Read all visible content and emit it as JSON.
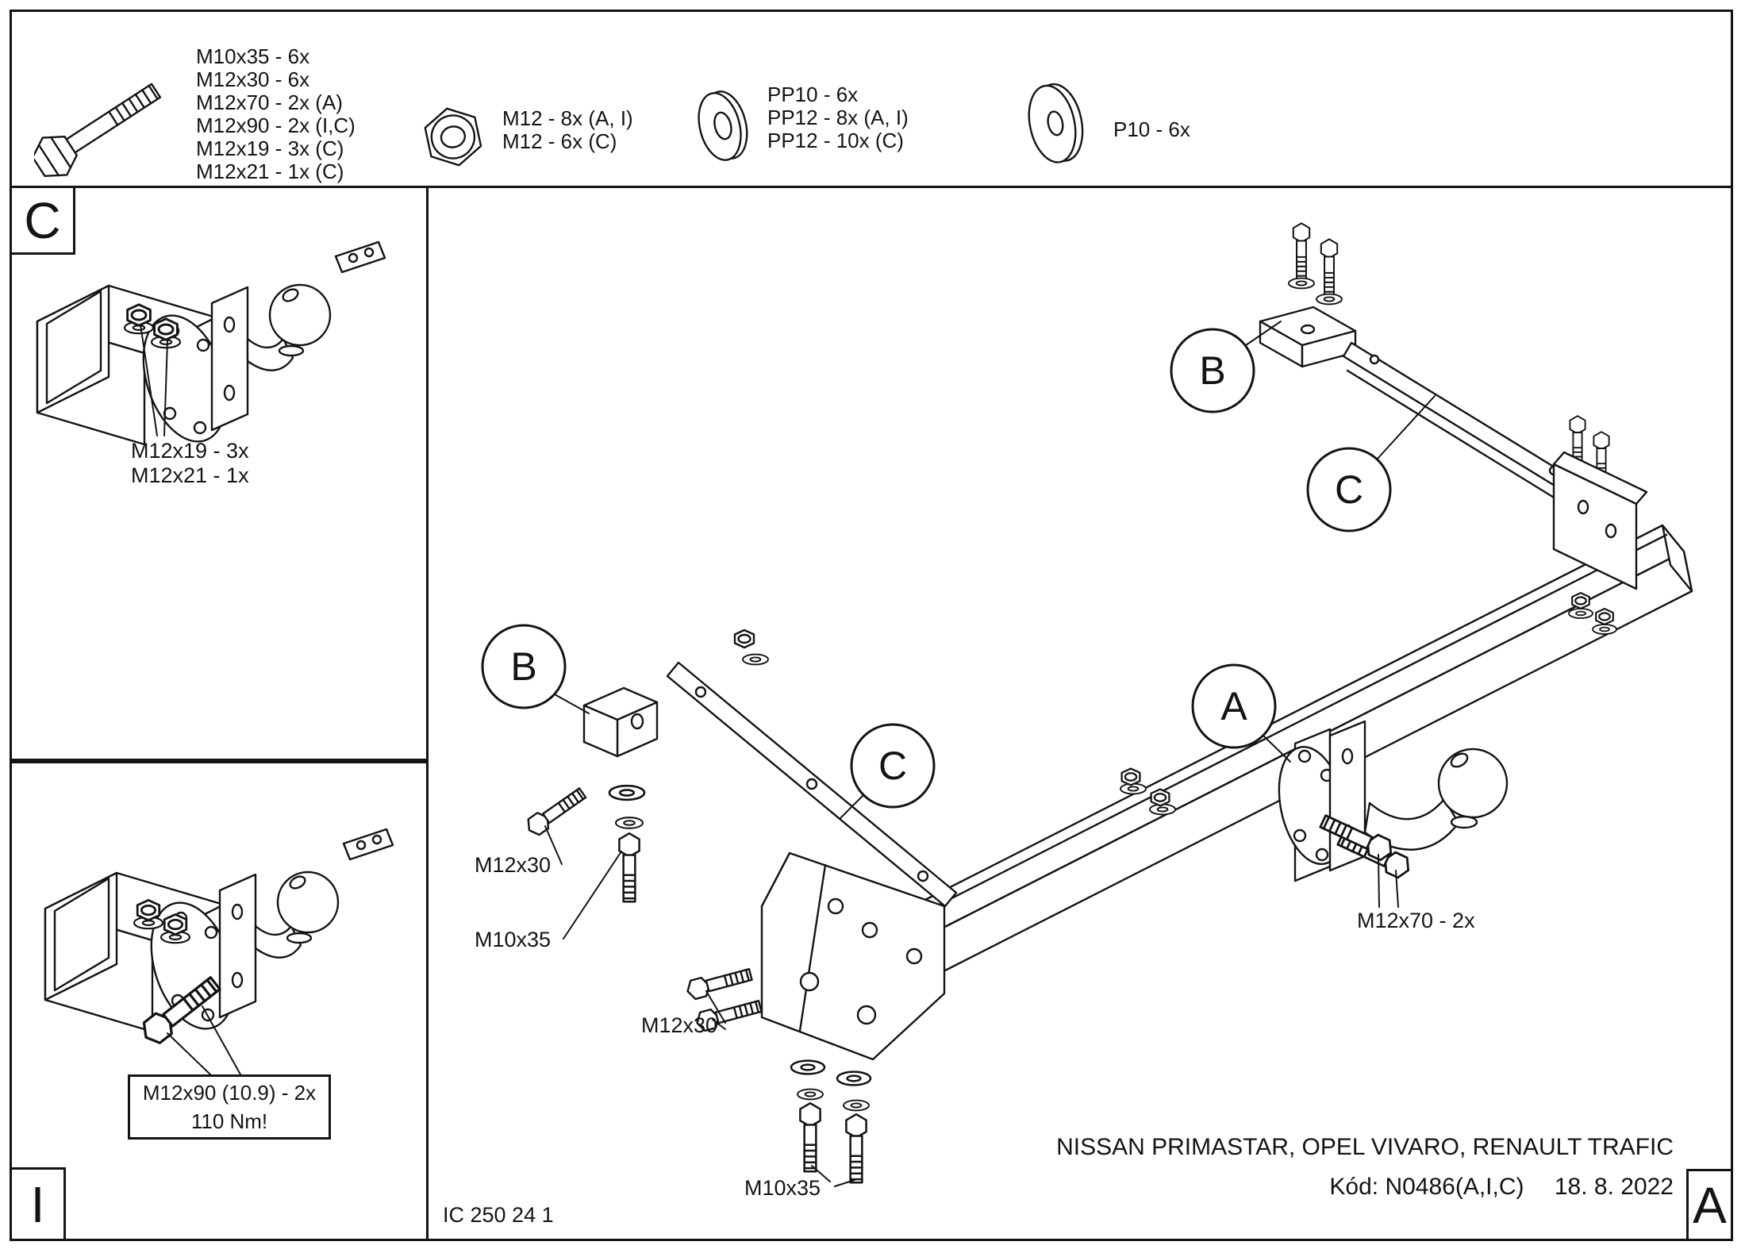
{
  "sheet": {
    "legend": {
      "bolt_lines": [
        "M10x35 - 6x",
        "M12x30 - 6x",
        "M12x70 - 2x (A)",
        "M12x90 - 2x (I,C)",
        "M12x19 - 3x (C)",
        "M12x21 - 1x (C)"
      ],
      "nut_lines": [
        "M12 - 8x (A, I)",
        "M12 - 6x (C)"
      ],
      "small_washer_lines": [
        "PP10 - 6x",
        "PP12 - 8x (A, I)",
        "PP12 - 10x (C)"
      ],
      "large_washer_lines": [
        "P10 - 6x"
      ]
    },
    "panel_c": {
      "letter": "C",
      "note_lines": [
        "M12x19 - 3x",
        "M12x21 - 1x"
      ]
    },
    "panel_i": {
      "letter": "I",
      "torque_note_lines": [
        "M12x90 (10.9) - 2x",
        "110 Nm!"
      ]
    },
    "main": {
      "callouts": {
        "b_top": "B",
        "c_top": "C",
        "b_left": "B",
        "c_mid": "C",
        "a": "A"
      },
      "labels": {
        "m12x30_left": "M12x30",
        "m10x35_left": "M10x35",
        "m12x30_bottom": "M12x30",
        "m10x35_bottom": "M10x35",
        "m12x70": "M12x70 - 2x"
      }
    },
    "titleblock": {
      "vehicles": "NISSAN PRIMASTAR, OPEL VIVARO, RENAULT TRAFIC",
      "code": "Kód: N0486(A,I,C)",
      "date": "18. 8. 2022",
      "doc_number": "IC 250 24 1",
      "revision_letter": "A"
    }
  }
}
